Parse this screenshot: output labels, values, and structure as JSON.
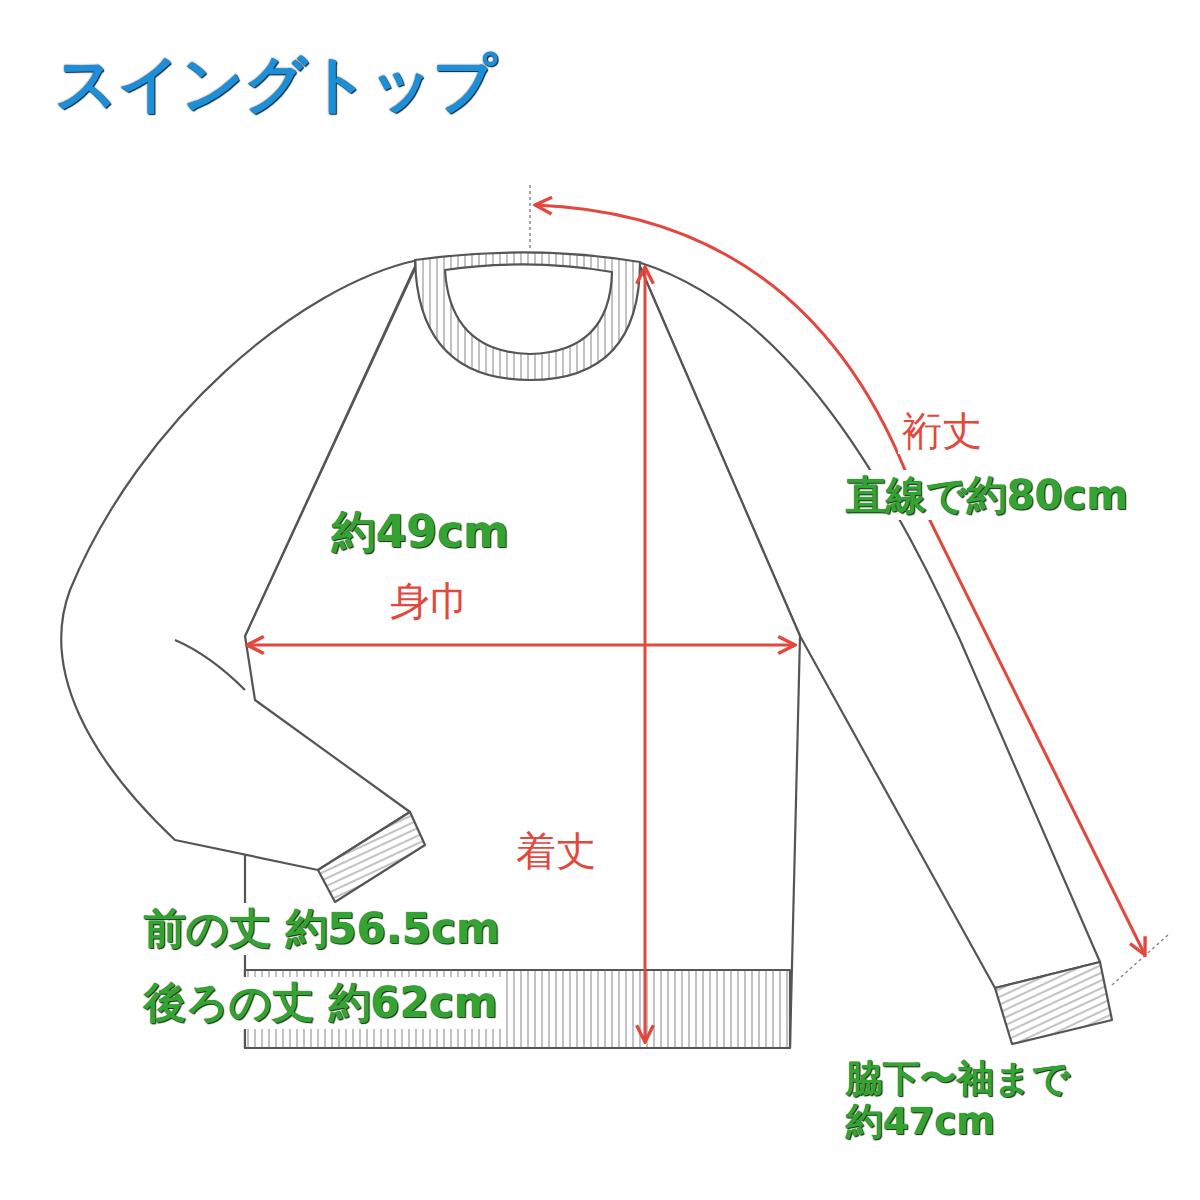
{
  "diagram": {
    "title": "スイングトップ",
    "labels": [
      "裄丈",
      "直線で約80cm",
      "約49cm",
      "身巾",
      "着丈",
      "前の丈 約56.5cm",
      "後ろの丈 約62cm",
      "脇下〜袖まで 約47cm"
    ]
  }
}
